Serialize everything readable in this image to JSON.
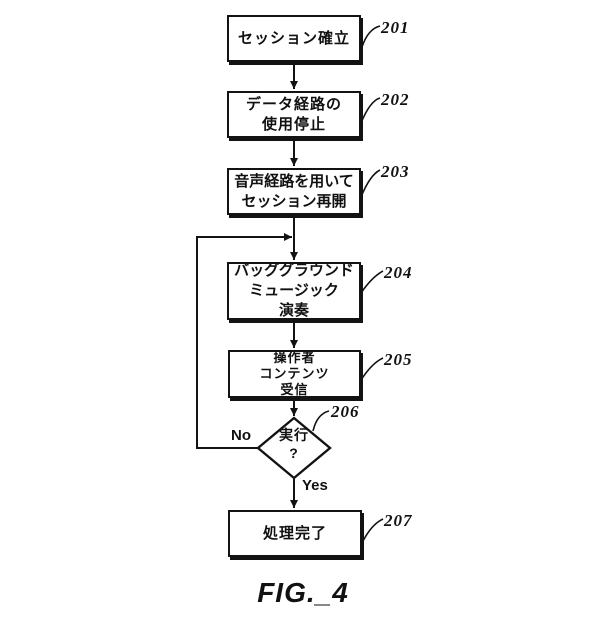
{
  "figure": {
    "caption": "FIG._4",
    "background": "#ffffff",
    "line_color": "#131313"
  },
  "labels": {
    "no": "No",
    "yes": "Yes"
  },
  "nodes": [
    {
      "ref": "201",
      "type": "process",
      "lines": [
        "セッション確立"
      ]
    },
    {
      "ref": "202",
      "type": "process",
      "lines": [
        "データ経路の",
        "使用停止"
      ]
    },
    {
      "ref": "203",
      "type": "process",
      "lines": [
        "音声経路を用いて",
        "セッション再開"
      ]
    },
    {
      "ref": "204",
      "type": "process",
      "lines": [
        "バッググラウンド",
        "ミュージック",
        "演奏"
      ]
    },
    {
      "ref": "205",
      "type": "process",
      "lines": [
        "操作者",
        "コンテンツ",
        "受信"
      ]
    },
    {
      "ref": "206",
      "type": "decision",
      "lines": [
        "実行",
        "?"
      ]
    },
    {
      "ref": "207",
      "type": "process",
      "lines": [
        "処理完了"
      ]
    }
  ]
}
